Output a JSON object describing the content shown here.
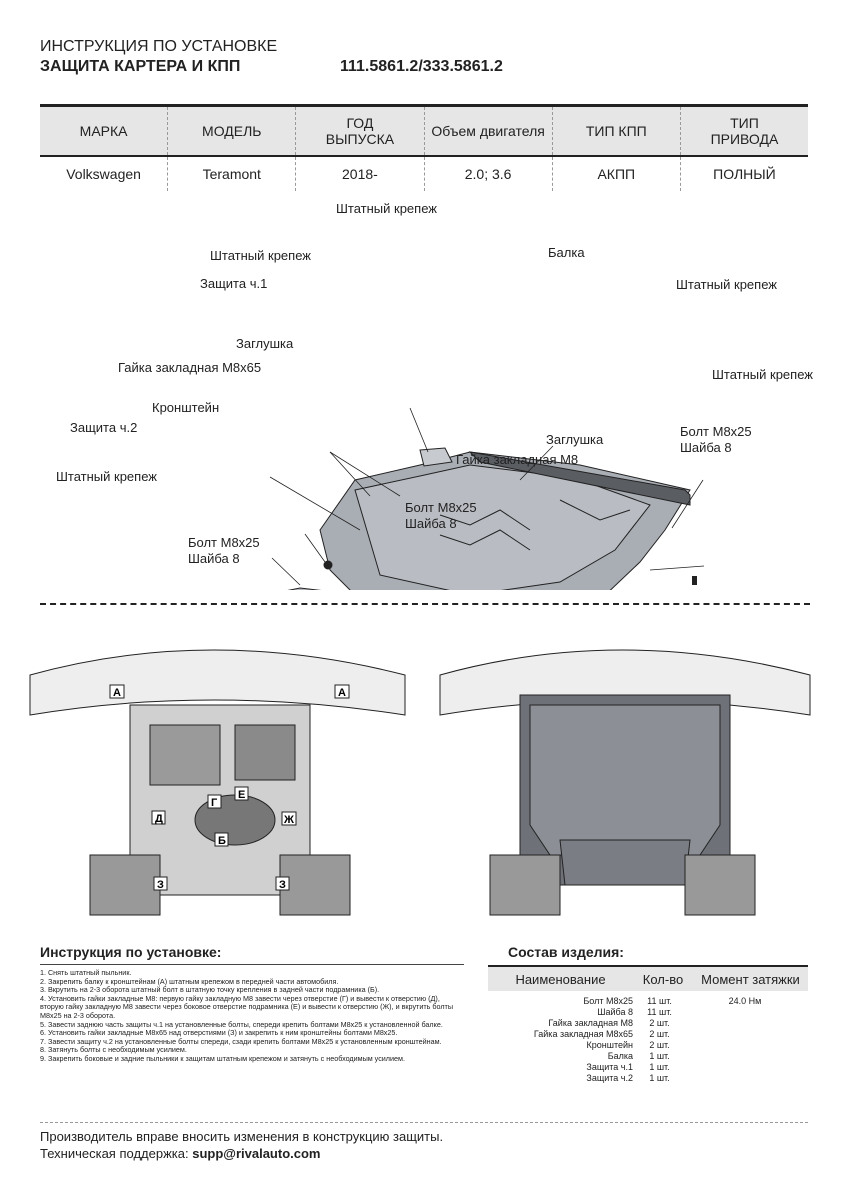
{
  "header": {
    "title": "ИНСТРУКЦИЯ ПО УСТАНОВКЕ",
    "subtitle": "ЗАЩИТА КАРТЕРА И КПП",
    "part_number": "111.5861.2/333.5861.2"
  },
  "spec_table": {
    "headers": [
      "МАРКА",
      "МОДЕЛЬ",
      "ГОД\nВЫПУСКА",
      "Объем двигателя",
      "ТИП КПП",
      "ТИП\nПРИВОДА"
    ],
    "row": [
      "Volkswagen",
      "Teramont",
      "2018-",
      "2.0; 3.6",
      "АКПП",
      "ПОЛНЫЙ"
    ]
  },
  "callouts": {
    "std_fastener_top": "Штатный крепеж",
    "std_fastener_left": "Штатный крепеж",
    "protection_part1": "Защита ч.1",
    "beam": "Балка",
    "std_fastener_right": "Штатный крепеж",
    "plug_left": "Заглушка",
    "nut_m8x65": "Гайка закладная М8х65",
    "std_fastener_right2": "Штатный крепеж",
    "bracket": "Кронштейн",
    "protection_part2": "Защита ч.2",
    "bolt_right": "Болт М8х25\nШайба 8",
    "plug_right": "Заглушка",
    "nut_m8": "Гайка закладная М8",
    "std_fastener_bottom": "Штатный крепеж",
    "bolt_center": "Болт М8х25\nШайба 8",
    "bolt_left": "Болт М8х25\nШайба 8"
  },
  "photo_labels": {
    "a_left": "А",
    "a_right": "А",
    "g": "Г",
    "e": "Е",
    "d": "Д",
    "zh": "Ж",
    "b": "Б",
    "z_left": "З",
    "z_right": "З"
  },
  "instructions": {
    "title": "Инструкция по установке:",
    "steps": [
      "1. Снять штатный пыльник.",
      "2. Закрепить балку к кронштейнам (А) штатным крепежом в передней части автомобиля.",
      "3. Вкрутить на 2-3 оборота штатный болт в штатную точку крепления в задней части подрамника (Б).",
      "4. Установить гайки закладные М8: первую гайку закладную М8 завести через отверстие (Г) и вывести к отверстию (Д), вторую гайку закладную М8 завести через боковое отверстие подрамника (Е) и вывести к отверстию (Ж), и вкрутить болты М8х25 на 2-3 оборота.",
      "5. Завести заднюю часть защиты ч.1 на установленные болты, спереди крепить болтами М8х25 к установленной балке.",
      "6. Установить гайки закладные М8х65 над отверстиями (З) и закрепить к ним кронштейны болтами М8х25.",
      "7. Завести защиту ч.2 на установленные болты спереди, сзади крепить болтами М8х25 к установленным кронштейнам.",
      "8. Затянуть болты с необходимым усилием.",
      "9. Закрепить боковые и задние пыльники к защитам штатным крепежом и затянуть с необходимым усилием."
    ]
  },
  "composition": {
    "title": "Состав изделия:",
    "headers": [
      "Наименование",
      "Кол-во",
      "Момент затяжки"
    ],
    "rows": [
      {
        "name": "Болт М8х25",
        "qty": "11 шт.",
        "torque": "24.0 Нм"
      },
      {
        "name": "Шайба 8",
        "qty": "11 шт.",
        "torque": ""
      },
      {
        "name": "Гайка закладная М8",
        "qty": "2 шт.",
        "torque": ""
      },
      {
        "name": "Гайка закладная М8х65",
        "qty": "2 шт.",
        "torque": ""
      },
      {
        "name": "Кронштейн",
        "qty": "2 шт.",
        "torque": ""
      },
      {
        "name": "Балка",
        "qty": "1 шт.",
        "torque": ""
      },
      {
        "name": "Защита ч.1",
        "qty": "1 шт.",
        "torque": ""
      },
      {
        "name": "Защита ч.2",
        "qty": "1 шт.",
        "torque": ""
      }
    ]
  },
  "footer": {
    "note": "Производитель вправе вносить изменения в конструкцию защиты.",
    "support_label": "Техническая поддержка:",
    "support_email": "supp@rivalauto.com"
  }
}
